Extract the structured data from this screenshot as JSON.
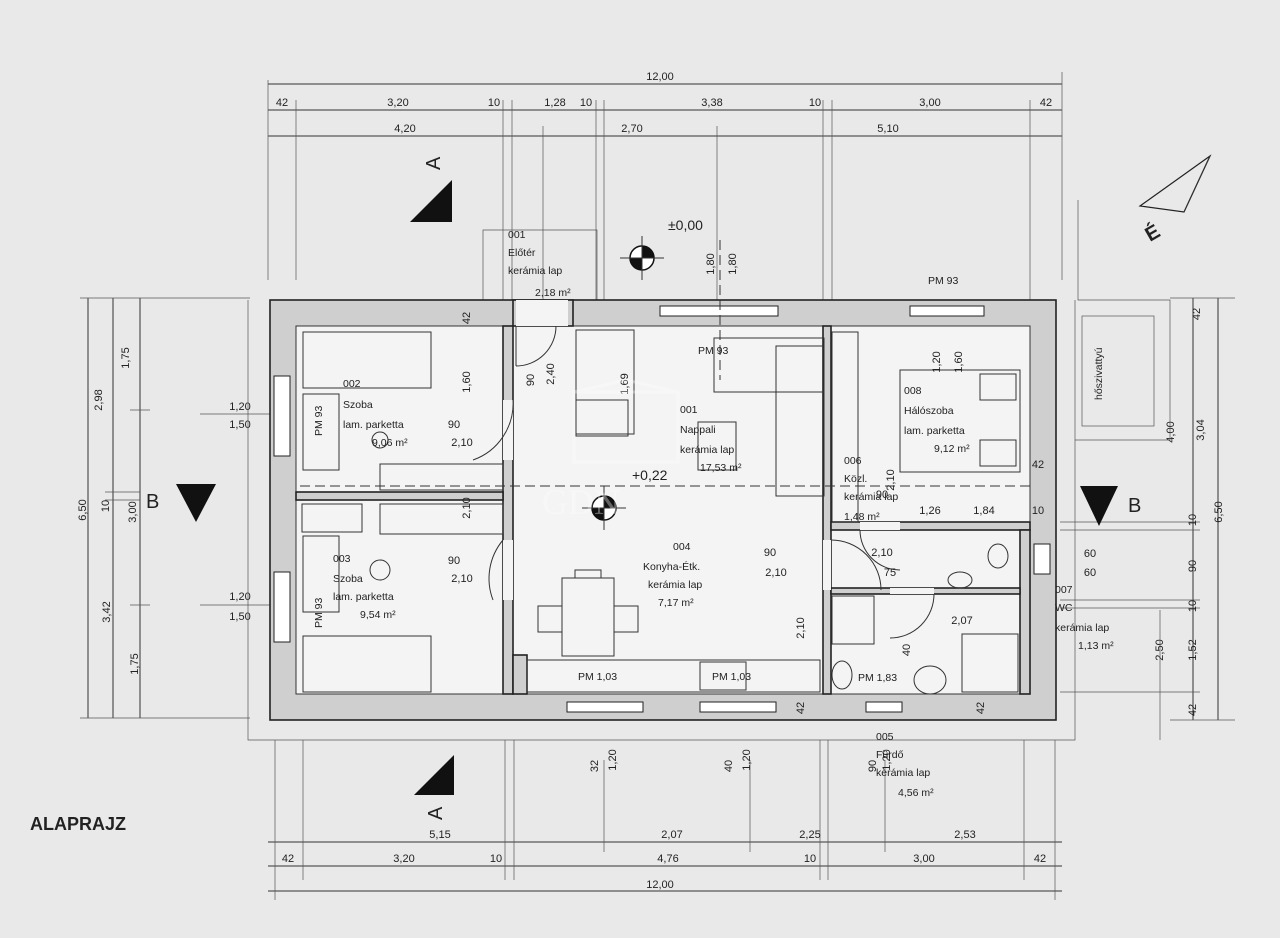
{
  "title": "ALAPRAJZ",
  "levels": {
    "outside": "±0,00",
    "inside": "+0,22"
  },
  "section_labels": {
    "a": "A",
    "b": "B"
  },
  "north_label": "É",
  "watermark": "GDN",
  "dims_top_total": "12,00",
  "dims_top_row1": [
    "42",
    "3,20",
    "10",
    "1,28",
    "10",
    "3,38",
    "10",
    "3,00",
    "42"
  ],
  "dims_top_row2": [
    "4,20",
    "2,70",
    "5,10"
  ],
  "dims_bottom_total": "12,00",
  "dims_bottom_row1": [
    "42",
    "3,20",
    "10",
    "4,76",
    "10",
    "3,00",
    "42"
  ],
  "dims_bottom_row2": [
    "5,15",
    "2,07",
    "2,25",
    "2,53"
  ],
  "dims_left": [
    "2,98",
    "1,75",
    "6,50",
    "10",
    "3,00",
    "3,42",
    "1,75",
    "1,20",
    "1,50",
    "1,20",
    "1,50"
  ],
  "dims_right": [
    "42",
    "4,00",
    "3,04",
    "6,50",
    "10",
    "90",
    "10",
    "2,50",
    "1,52",
    "42",
    "60",
    "60"
  ],
  "dims_inner": [
    "1,80",
    "1,80",
    "1,20",
    "1,60",
    "42",
    "1,60",
    "2,40",
    "90",
    "1,69",
    "90",
    "2,10",
    "2,10",
    "90",
    "2,10",
    "90",
    "2,10",
    "90",
    "2,10",
    "2,10",
    "75",
    "2,10",
    "2,07",
    "1,84",
    "1,26",
    "10",
    "42",
    "42",
    "32",
    "1,20",
    "40",
    "1,20",
    "40",
    "90",
    "1,20",
    "42"
  ],
  "labels_pm": [
    "PM 93",
    "PM 93",
    "PM 93",
    "PM 93",
    "PM 1,03",
    "PM 1,03",
    "PM 1,83"
  ],
  "chimney_label": "hőszivattyú",
  "rooms": [
    {
      "num": "001",
      "name": "Előtér",
      "floor": "kerámia lap",
      "area": "2,18 m²"
    },
    {
      "num": "002",
      "name": "Szoba",
      "floor": "lam. parketta",
      "area": "9,06 m²"
    },
    {
      "num": "001",
      "name": "Nappali",
      "floor": "kerámia lap",
      "area": "17,53 m²"
    },
    {
      "num": "008",
      "name": "Hálószoba",
      "floor": "lam. parketta",
      "area": "9,12 m²"
    },
    {
      "num": "006",
      "name": "Közl.",
      "floor": "kerámia lap",
      "area": "1,48 m²"
    },
    {
      "num": "003",
      "name": "Szoba",
      "floor": "lam. parketta",
      "area": "9,54 m²"
    },
    {
      "num": "004",
      "name": "Konyha-Étk.",
      "floor": "kerámia lap",
      "area": "7,17 m²"
    },
    {
      "num": "007",
      "name": "WC",
      "floor": "kerámia lap",
      "area": "1,13 m²"
    },
    {
      "num": "005",
      "name": "Fürdő",
      "floor": "kerámia lap",
      "area": "4,56 m²"
    }
  ]
}
